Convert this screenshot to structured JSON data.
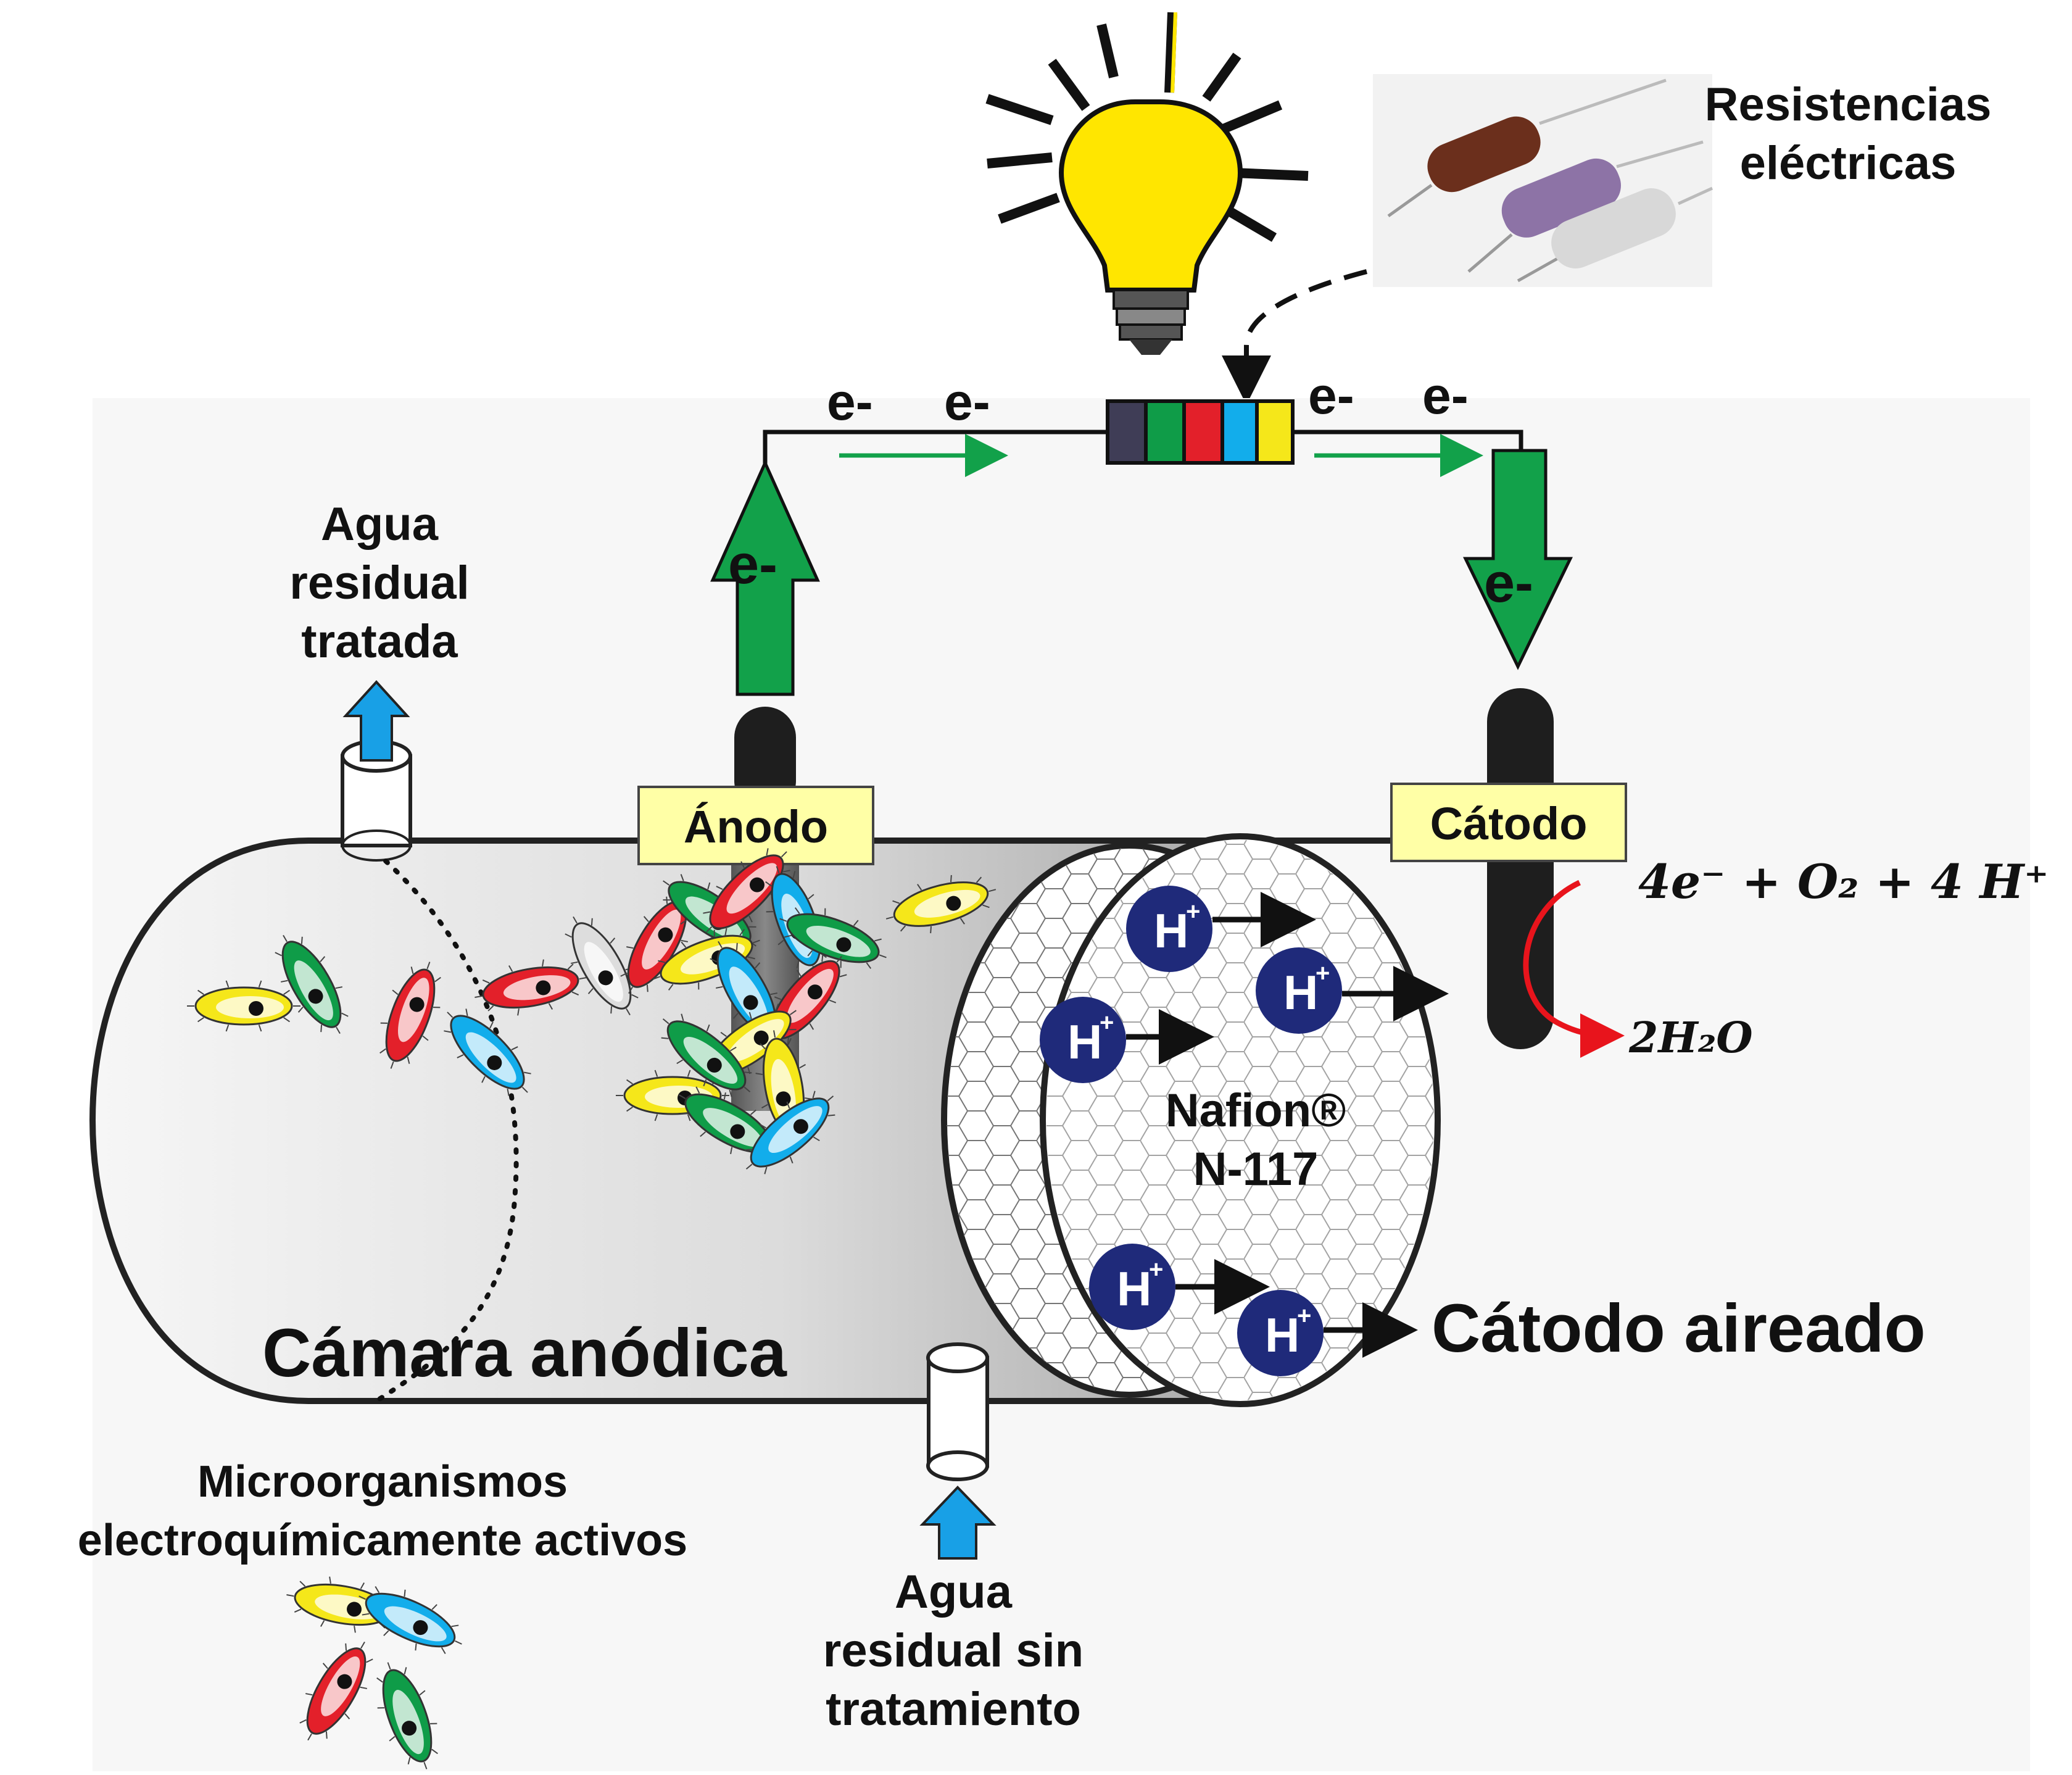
{
  "colors": {
    "electron_arrow": "#12a14a",
    "bulb": "#ffe600",
    "label_box": "#ffffa6",
    "proton": "#1f2a7a",
    "water_arrow": "#18a0e6",
    "reaction_arrow": "#e8141c",
    "resistor_bands": [
      "#3f3d56",
      "#0f9c48",
      "#e3202a",
      "#12adeb",
      "#f5e71a"
    ]
  },
  "labels": {
    "resistors": [
      "Resistencias",
      "eléctricas"
    ],
    "treated_water": [
      "Agua",
      "residual",
      "tratada"
    ],
    "untreated_water": [
      "Agua",
      "residual sin",
      "tratamiento"
    ],
    "anode": "Ánodo",
    "cathode": "Cátodo",
    "membrane": [
      "Nafion®",
      "N-117"
    ],
    "anode_chamber": "Cámara anódica",
    "aerated_cathode": "Cátodo aireado",
    "microorganisms": [
      "Microorganismos",
      "electroquímicamente activos"
    ],
    "electron": "e-",
    "proton": "H",
    "proton_charge": "+"
  },
  "equation": {
    "reactants": "4e⁻ + O₂ + 4 H⁺",
    "product": "2H₂O"
  },
  "icons": [
    "light-bulb-icon",
    "resistor-photo-icon",
    "bacterium-icon",
    "proton-icon"
  ]
}
